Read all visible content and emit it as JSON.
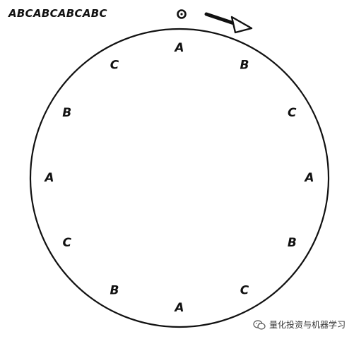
{
  "sequence_label": "ABCABCABCABC",
  "ring_letters": [
    "A",
    "B",
    "C",
    "A",
    "B",
    "C",
    "A",
    "B",
    "C",
    "A",
    "B",
    "C"
  ],
  "watermark_text": "量化投资与机器学习",
  "icons": {
    "start_marker": "start-marker-icon",
    "direction_arrow": "clockwise-arrow-icon",
    "watermark": "wechat-icon"
  },
  "colors": {
    "ink": "#111111",
    "background": "#ffffff"
  }
}
